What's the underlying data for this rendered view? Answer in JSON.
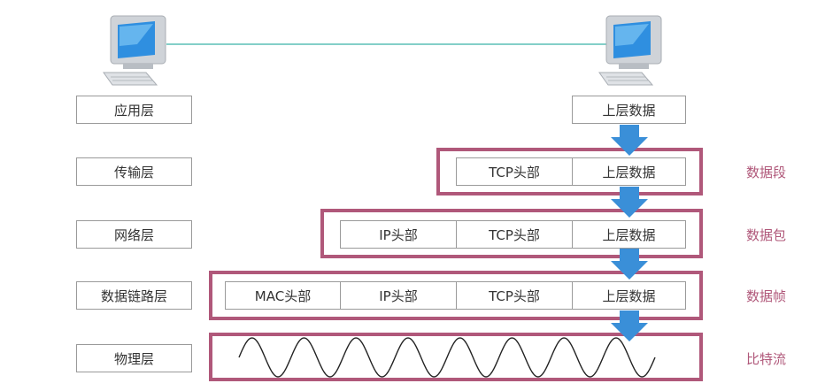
{
  "layers": [
    {
      "label": "应用层"
    },
    {
      "label": "传输层"
    },
    {
      "label": "网络层"
    },
    {
      "label": "数据链路层"
    },
    {
      "label": "物理层"
    }
  ],
  "encapsulation": {
    "application": [
      "上层数据"
    ],
    "transport": [
      "TCP头部",
      "上层数据"
    ],
    "network": [
      "IP头部",
      "TCP头部",
      "上层数据"
    ],
    "datalink": [
      "MAC头部",
      "IP头部",
      "TCP头部",
      "上层数据"
    ]
  },
  "pdu_names": {
    "transport": "数据段",
    "network": "数据包",
    "datalink": "数据帧",
    "physical": "比特流"
  },
  "colors": {
    "frame": "#b0587a",
    "arrow": "#3a8fd8",
    "link": "#5bbfb5",
    "box_border": "#9a9a9a"
  },
  "icons": [
    "computer-icon",
    "computer-icon"
  ]
}
